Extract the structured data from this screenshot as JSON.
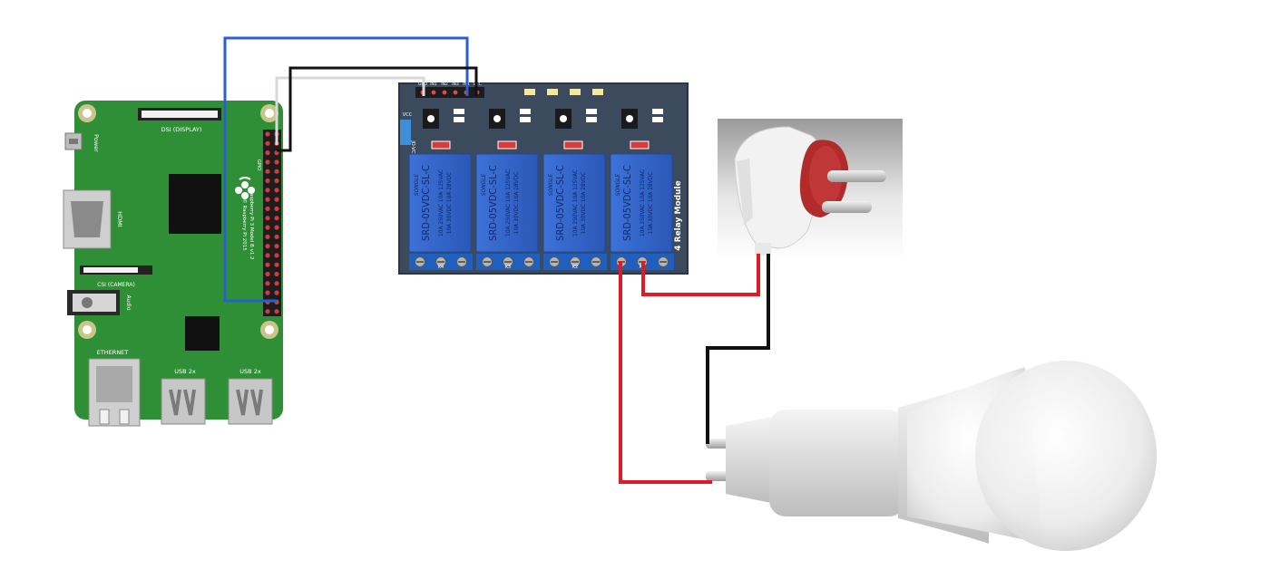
{
  "pi": {
    "label_dsi": "DSI (DISPLAY)",
    "label_power": "Power",
    "label_hdmi": "HDMI",
    "label_csi": "CSI (CAMERA)",
    "label_audio": "Audio",
    "label_ethernet": "ETHERNET",
    "label_usb_left": "USB 2x",
    "label_usb_right": "USB 2x",
    "label_gpio": "GPIO",
    "label_model": "Raspberry Pi 3 Model B v1.2",
    "label_copyright": "© Raspberry Pi 2015"
  },
  "relay_module": {
    "title": "4 Relay Module",
    "header_pins": [
      "GND",
      "IN1",
      "IN2",
      "IN3",
      "IN4",
      "VCC"
    ],
    "vcc_label": "VCC",
    "jdvcc_label": "JD-VCC",
    "relays": [
      {
        "brand": "SONGLE",
        "model": "SRD-05VDC-SL-C",
        "rating_1": "10A 250VAC  10A 125VAC",
        "rating_2": "10A  30VDC  10A  28VDC",
        "terminal": "K4"
      },
      {
        "brand": "SONGLE",
        "model": "SRD-05VDC-SL-C",
        "rating_1": "10A 250VAC  10A 125VAC",
        "rating_2": "10A  30VDC  10A  28VDC",
        "terminal": "K3"
      },
      {
        "brand": "SONGLE",
        "model": "SRD-05VDC-SL-C",
        "rating_1": "10A 250VAC  10A 125VAC",
        "rating_2": "10A  30VDC  10A  28VDC",
        "terminal": "K2"
      },
      {
        "brand": "SONGLE",
        "model": "SRD-05VDC-SL-C",
        "rating_1": "10A 250VAC  10A 125VAC",
        "rating_2": "10A  30VDC  10A  28VDC",
        "terminal": "K1"
      }
    ]
  },
  "colors": {
    "pcb_green": "#2e8f36",
    "relay_board": "#3b4a5c",
    "relay_blue": "#2f63c9",
    "terminal_blue": "#1f5fbf",
    "wire_blue": "#2a5fcf",
    "wire_black": "#111111",
    "wire_white": "#d8d8d8",
    "wire_red": "#e01b24"
  }
}
